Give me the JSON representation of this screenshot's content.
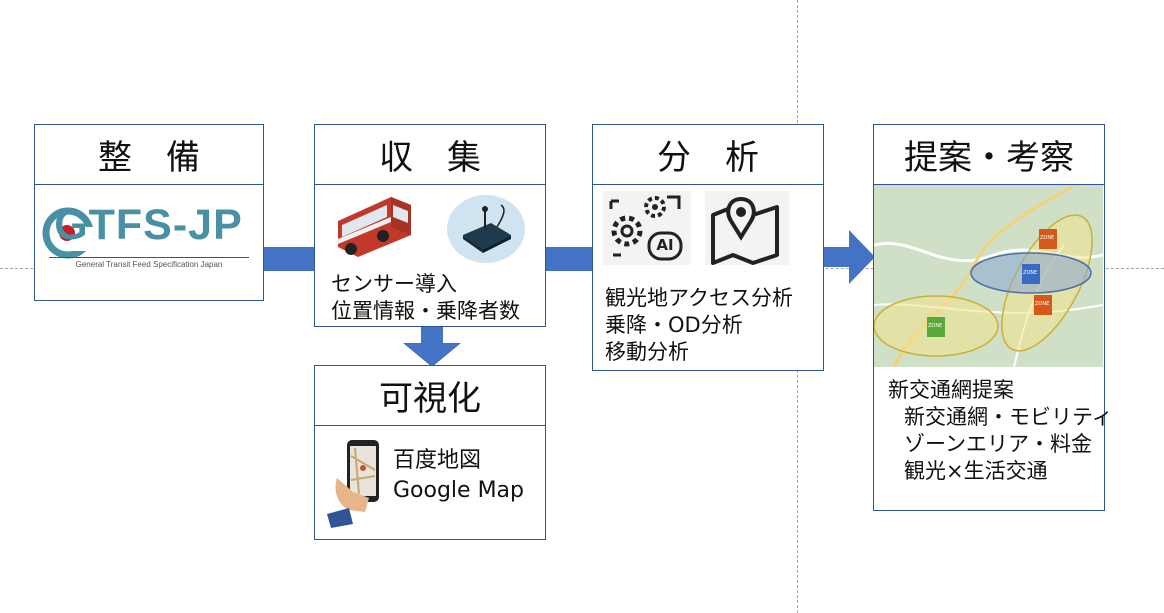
{
  "stages": {
    "seibi": {
      "title": "整　備",
      "logo_main": "GTFS-JP",
      "logo_sub": "General Transit Feed Specification Japan"
    },
    "shushu": {
      "title": "収　集",
      "lines": [
        "センサー導入",
        "位置情報・乗降者数"
      ]
    },
    "kashika": {
      "title": "可視化",
      "lines": [
        "百度地図",
        "Google Map"
      ]
    },
    "bunseki": {
      "title": "分　析",
      "ai_label": "AI",
      "lines": [
        "観光地アクセス分析",
        "乗降・OD分析",
        "移動分析"
      ]
    },
    "teian": {
      "title": "提案・考察",
      "zone_label": "ZONE",
      "lines": [
        "新交通網提案",
        "新交通網・モビリティ",
        "ゾーンエリア・料金",
        "観光×生活交通"
      ]
    }
  },
  "colors": {
    "border": "#2f5597",
    "arrow": "#4472c4",
    "guide": "#a6a6a6"
  }
}
